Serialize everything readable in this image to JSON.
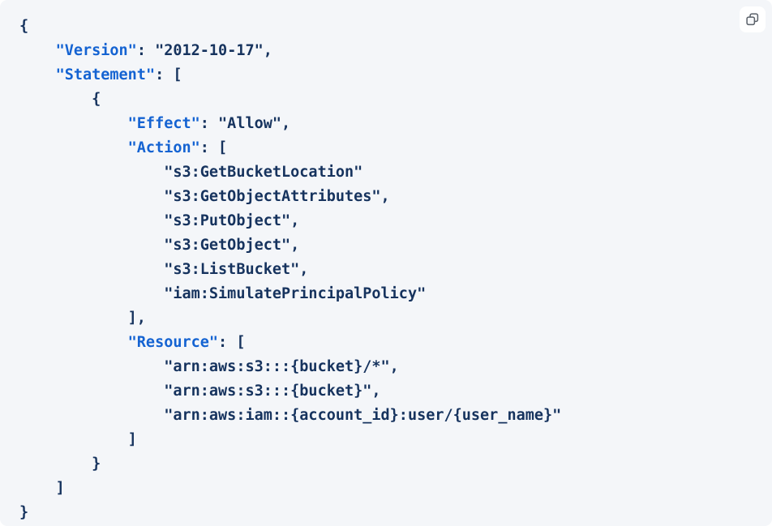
{
  "code_block": {
    "language": "json",
    "background_color": "#f4f6f9",
    "key_color": "#1463d2",
    "string_color": "#16335e",
    "punctuation_color": "#16335e",
    "lines": [
      {
        "indent": 0,
        "parts": [
          {
            "t": "brace",
            "v": "{"
          }
        ]
      },
      {
        "indent": 1,
        "parts": [
          {
            "t": "key",
            "v": "\"Version\""
          },
          {
            "t": "punc",
            "v": ": "
          },
          {
            "t": "str",
            "v": "\"2012-10-17\""
          },
          {
            "t": "punc",
            "v": ","
          }
        ]
      },
      {
        "indent": 1,
        "parts": [
          {
            "t": "key",
            "v": "\"Statement\""
          },
          {
            "t": "punc",
            "v": ": "
          },
          {
            "t": "punc",
            "v": "["
          }
        ]
      },
      {
        "indent": 2,
        "parts": [
          {
            "t": "brace",
            "v": "{"
          }
        ]
      },
      {
        "indent": 3,
        "parts": [
          {
            "t": "key",
            "v": "\"Effect\""
          },
          {
            "t": "punc",
            "v": ": "
          },
          {
            "t": "str",
            "v": "\"Allow\""
          },
          {
            "t": "punc",
            "v": ","
          }
        ]
      },
      {
        "indent": 3,
        "parts": [
          {
            "t": "key",
            "v": "\"Action\""
          },
          {
            "t": "punc",
            "v": ": "
          },
          {
            "t": "punc",
            "v": "["
          }
        ]
      },
      {
        "indent": 4,
        "parts": [
          {
            "t": "str",
            "v": "\"s3:GetBucketLocation\""
          }
        ]
      },
      {
        "indent": 4,
        "parts": [
          {
            "t": "str",
            "v": "\"s3:GetObjectAttributes\""
          },
          {
            "t": "punc",
            "v": ","
          }
        ]
      },
      {
        "indent": 4,
        "parts": [
          {
            "t": "str",
            "v": "\"s3:PutObject\""
          },
          {
            "t": "punc",
            "v": ","
          }
        ]
      },
      {
        "indent": 4,
        "parts": [
          {
            "t": "str",
            "v": "\"s3:GetObject\""
          },
          {
            "t": "punc",
            "v": ","
          }
        ]
      },
      {
        "indent": 4,
        "parts": [
          {
            "t": "str",
            "v": "\"s3:ListBucket\""
          },
          {
            "t": "punc",
            "v": ","
          }
        ]
      },
      {
        "indent": 4,
        "parts": [
          {
            "t": "str",
            "v": "\"iam:SimulatePrincipalPolicy\""
          }
        ]
      },
      {
        "indent": 3,
        "parts": [
          {
            "t": "punc",
            "v": "],"
          }
        ]
      },
      {
        "indent": 3,
        "parts": [
          {
            "t": "key",
            "v": "\"Resource\""
          },
          {
            "t": "punc",
            "v": ": "
          },
          {
            "t": "punc",
            "v": "["
          }
        ]
      },
      {
        "indent": 4,
        "parts": [
          {
            "t": "str",
            "v": "\"arn:aws:s3:::{bucket}/*\""
          },
          {
            "t": "punc",
            "v": ","
          }
        ]
      },
      {
        "indent": 4,
        "parts": [
          {
            "t": "str",
            "v": "\"arn:aws:s3:::{bucket}\""
          },
          {
            "t": "punc",
            "v": ","
          }
        ]
      },
      {
        "indent": 4,
        "parts": [
          {
            "t": "str",
            "v": "\"arn:aws:iam::{account_id}:user/{user_name}\""
          }
        ]
      },
      {
        "indent": 3,
        "parts": [
          {
            "t": "punc",
            "v": "]"
          }
        ]
      },
      {
        "indent": 2,
        "parts": [
          {
            "t": "brace",
            "v": "}"
          }
        ]
      },
      {
        "indent": 1,
        "parts": [
          {
            "t": "punc",
            "v": "]"
          }
        ]
      },
      {
        "indent": 0,
        "parts": [
          {
            "t": "brace",
            "v": "}"
          }
        ]
      }
    ]
  },
  "toolbar": {
    "copy_button_icon": "copy-icon",
    "copy_button_label": "",
    "copy_icon_color": "#5a6169",
    "copy_button_background": "#ffffff"
  }
}
